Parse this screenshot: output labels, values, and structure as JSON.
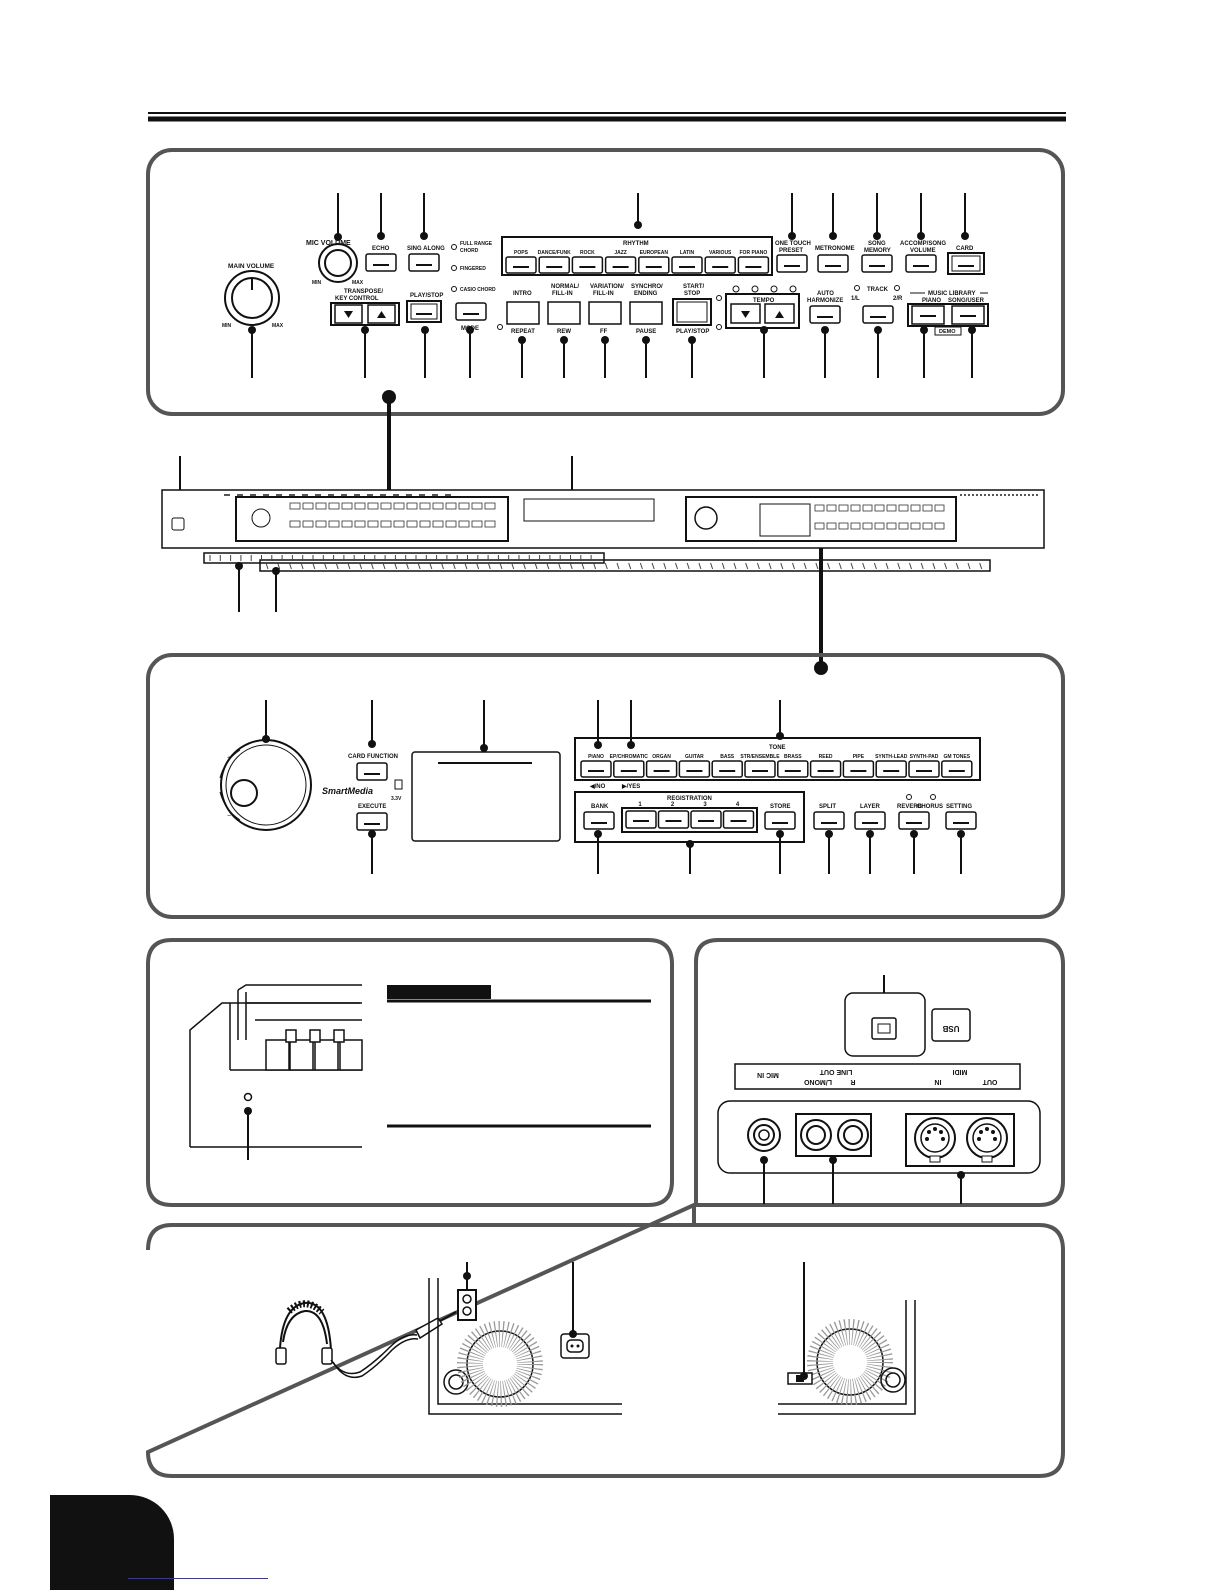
{
  "top_panel": {
    "mic_volume": "MIC VOLUME",
    "mic_min": "MIN",
    "mic_max": "MAX",
    "main_volume": "MAIN VOLUME",
    "main_min": "MIN",
    "main_max": "MAX",
    "echo": "ECHO",
    "sing_along": "SING ALONG",
    "full_range_1": "FULL RANGE",
    "full_range_2": "CHORD",
    "fingered": "FINGERED",
    "casio_chord": "CASIO CHORD",
    "mode": "MODE",
    "transpose_1": "TRANSPOSE/",
    "transpose_2": "KEY CONTROL",
    "play_stop": "PLAY/STOP",
    "rhythm_title": "RHYTHM",
    "rhythm_buttons": [
      "POPS",
      "DANCE/FUNK",
      "ROCK",
      "JAZZ",
      "EUROPEAN",
      "LATIN",
      "VARIOUS",
      "FOR PIANO"
    ],
    "one_touch_1": "ONE TOUCH",
    "one_touch_2": "PRESET",
    "metronome": "METRONOME",
    "song_memory_1": "SONG",
    "song_memory_2": "MEMORY",
    "accomp_1": "ACCOMP/SONG",
    "accomp_2": "VOLUME",
    "card": "CARD",
    "intro": "INTRO",
    "repeat": "REPEAT",
    "normal_1": "NORMAL/",
    "normal_2": "FILL-IN",
    "rew": "REW",
    "variation_1": "VARIATION/",
    "variation_2": "FILL-IN",
    "ff": "FF",
    "synchro_1": "SYNCHRO/",
    "synchro_2": "ENDING",
    "pause": "PAUSE",
    "start_1": "START/",
    "start_2": "STOP",
    "play_stop_2": "PLAY/STOP",
    "tempo": "TEMPO",
    "auto_harm_1": "AUTO",
    "auto_harm_2": "HARMONIZE",
    "track": "TRACK",
    "track_1": "1/L",
    "track_2": "2/R",
    "music_library": "MUSIC LIBRARY",
    "ml_piano": "PIANO",
    "ml_song": "SONG/USER",
    "demo": "DEMO"
  },
  "tone_panel": {
    "card_function": "CARD FUNCTION",
    "execute": "EXECUTE",
    "smartmedia": "SmartMedia",
    "voltage": "3.3V",
    "tone_title": "TONE",
    "tones": [
      "PIANO",
      "EP/CHROMATIC",
      "ORGAN",
      "GUITAR",
      "BASS",
      "STR/ENSEMBLE",
      "BRASS",
      "REED",
      "PIPE",
      "SYNTH-LEAD",
      "SYNTH-PAD",
      "GM TONES"
    ],
    "no": "◀/NO",
    "yes": "▶/YES",
    "registration_title": "REGISTRATION",
    "bank": "BANK",
    "reg_numbers": [
      "1",
      "2",
      "3",
      "4"
    ],
    "store": "STORE",
    "split": "SPLIT",
    "layer": "LAYER",
    "reverb": "REVERB",
    "chorus": "CHORUS",
    "setting": "SETTING"
  },
  "rear_panel": {
    "mic_in": "MIC IN",
    "line_out": "LINE OUT",
    "l_mono": "L/MONO",
    "r": "R",
    "midi": "MIDI",
    "midi_in": "IN",
    "midi_out": "OUT",
    "usb": "USB"
  }
}
